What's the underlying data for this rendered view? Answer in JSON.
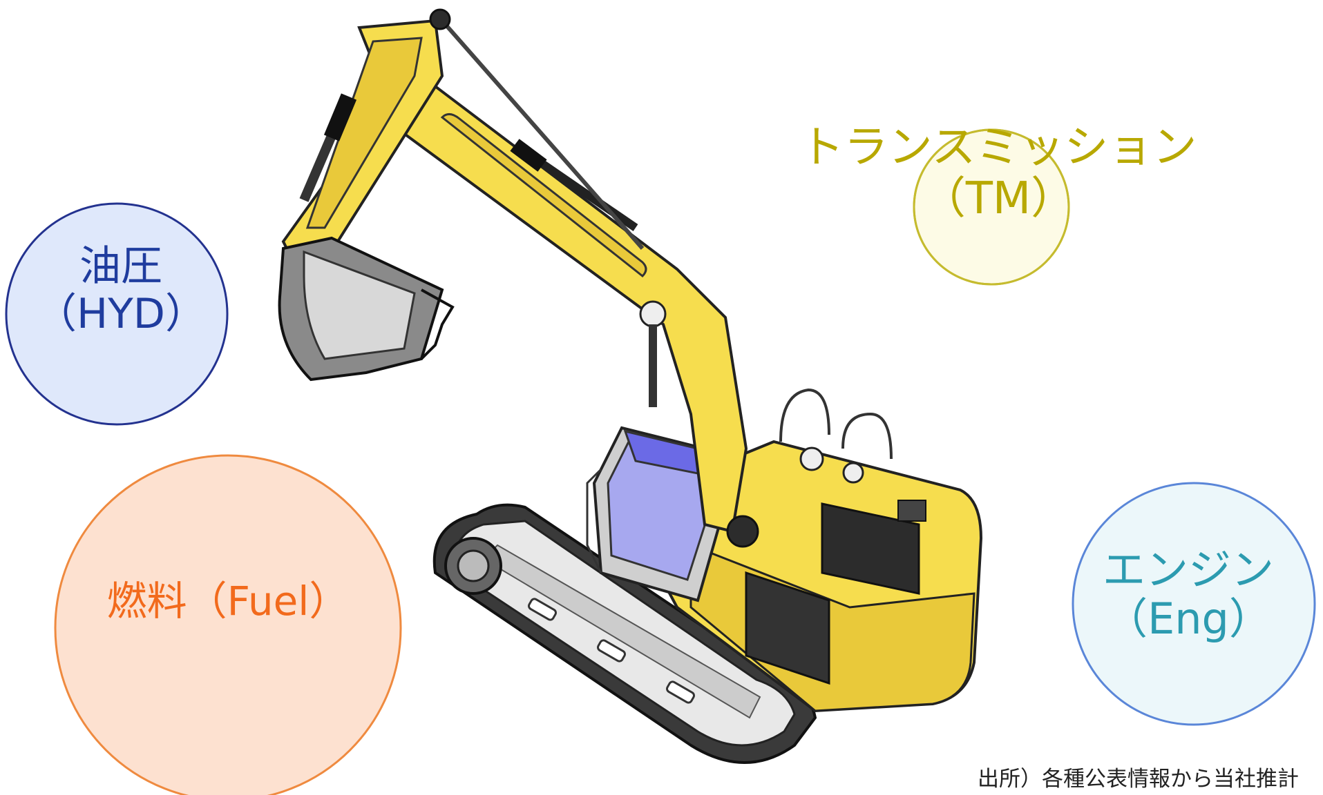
{
  "labels": {
    "hyd": {
      "line1": "油圧",
      "line2": "（HYD）"
    },
    "tm": {
      "line1": "トランスミッション",
      "line2": "（TM）"
    },
    "fuel": {
      "line1": "燃料（Fuel）"
    },
    "eng": {
      "line1": "エンジン",
      "line2": "（Eng）"
    }
  },
  "source_note": "出所）各種公表情報から当社推計",
  "colors": {
    "hyd_text": "#1f3c9e",
    "hyd_fill": "#dfe8fb",
    "hyd_stroke": "#23328f",
    "tm_text": "#b8a800",
    "tm_fill": "#fdfbe6",
    "tm_stroke": "#c5bb2e",
    "fuel_text": "#f26a1c",
    "fuel_fill": "#fde1d0",
    "fuel_stroke": "#ef8a3f",
    "eng_text": "#2c9bb0",
    "eng_fill": "#ecf7fa",
    "eng_stroke": "#5a86d8",
    "machine_yellow": "#f6dd4e",
    "machine_dark": "#333333"
  }
}
